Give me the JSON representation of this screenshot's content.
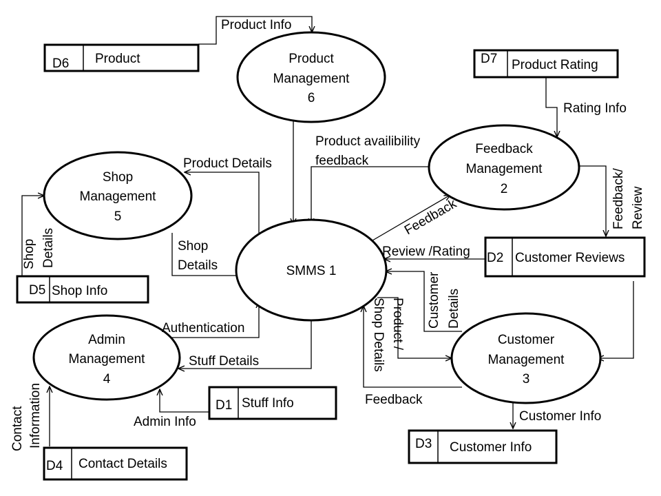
{
  "processes": {
    "smms": {
      "line1": "SMMS 1"
    },
    "product_mgmt": {
      "line1": "Product",
      "line2": "Management",
      "line3": "6"
    },
    "feedback_mgmt": {
      "line1": "Feedback",
      "line2": "Management",
      "line3": "2"
    },
    "shop_mgmt": {
      "line1": "Shop",
      "line2": "Management",
      "line3": "5"
    },
    "admin_mgmt": {
      "line1": "Admin",
      "line2": "Management",
      "line3": "4"
    },
    "customer_mgmt": {
      "line1": "Customer",
      "line2": "Management",
      "line3": "3"
    }
  },
  "stores": {
    "d6": {
      "id": "D6",
      "name": "Product"
    },
    "d7": {
      "id": "D7",
      "name": "Product Rating"
    },
    "d5": {
      "id": "D5",
      "name": "Shop Info"
    },
    "d2": {
      "id": "D2",
      "name": "Customer Reviews"
    },
    "d1": {
      "id": "D1",
      "name": "Stuff Info"
    },
    "d3": {
      "id": "D3",
      "name": "Customer Info"
    },
    "d4": {
      "id": "D4",
      "name": "Contact Details"
    }
  },
  "flows": {
    "product_info": "Product Info",
    "rating_info": "Rating Info",
    "product_availability_1": "Product availibility",
    "product_availability_2": "feedback",
    "product_details": "Product Details",
    "shop_details_1": "Shop",
    "shop_details_2": "Details",
    "shop_details_v1": "Shop",
    "shop_details_v2": "Details",
    "feedback_diag": "Feedback",
    "feedback_review_1": "Feedback/",
    "feedback_review_2": "Review",
    "review_rating": "Review /Rating",
    "customer_details_1": "Customer",
    "customer_details_2": "Details",
    "product_shop_1": "Product /",
    "product_shop_2": "Shop Details",
    "authentication": "Authentication",
    "stuff_details": "Stuff Details",
    "admin_info": "Admin Info",
    "feedback_bottom": "Feedback",
    "customer_info": "Customer Info",
    "contact_info_1": "Contact",
    "contact_info_2": "Information"
  }
}
